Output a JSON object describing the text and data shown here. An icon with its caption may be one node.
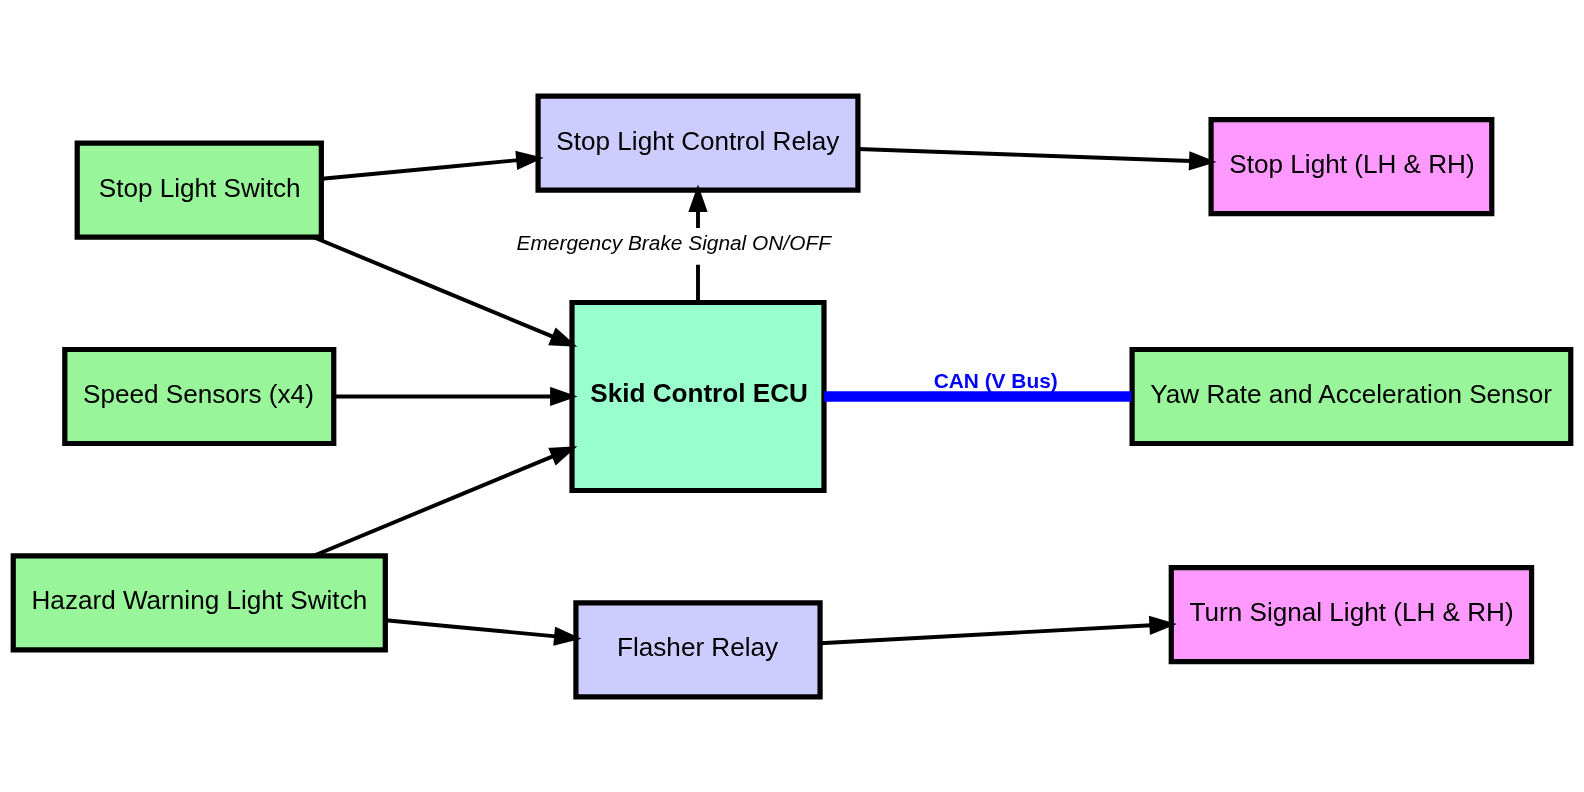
{
  "diagram": {
    "nodes": [
      {
        "text": [
          "Stop Light Switch"
        ]
      },
      {
        "text": [
          "Stop Light Control Relay"
        ]
      },
      {
        "text": [
          "Stop Light (LH & RH)"
        ]
      },
      {
        "text": [
          "Speed Sensors (x4)"
        ]
      },
      {
        "text": [
          "Skid Control ECU"
        ]
      },
      {
        "text": [
          "Yaw Rate and Acceleration Sensor"
        ]
      },
      {
        "text": [
          "Hazard Warning Light Switch"
        ]
      },
      {
        "text": [
          "Flasher Relay"
        ]
      },
      {
        "text": [
          "Turn Signal Light (LH & RH)"
        ]
      }
    ],
    "edges": [
      {
        "from": 0,
        "to": 1,
        "arrow": "to"
      },
      {
        "from": 1,
        "to": 2,
        "arrow": "to"
      },
      {
        "from": 0,
        "to": 4,
        "arrow": "to"
      },
      {
        "from": 4,
        "to": 1,
        "arrow": "to",
        "label": "Emergency Brake Signal ON/OFF"
      },
      {
        "from": 3,
        "to": 4,
        "arrow": "to"
      },
      {
        "from": 4,
        "to": 5,
        "arrow": "none",
        "label": "CAN (V Bus)",
        "style": "thick",
        "color": "#0000ff"
      },
      {
        "from": 6,
        "to": 4,
        "arrow": "to"
      },
      {
        "from": 6,
        "to": 7,
        "arrow": "to"
      },
      {
        "from": 7,
        "to": 8,
        "arrow": "to"
      }
    ]
  }
}
